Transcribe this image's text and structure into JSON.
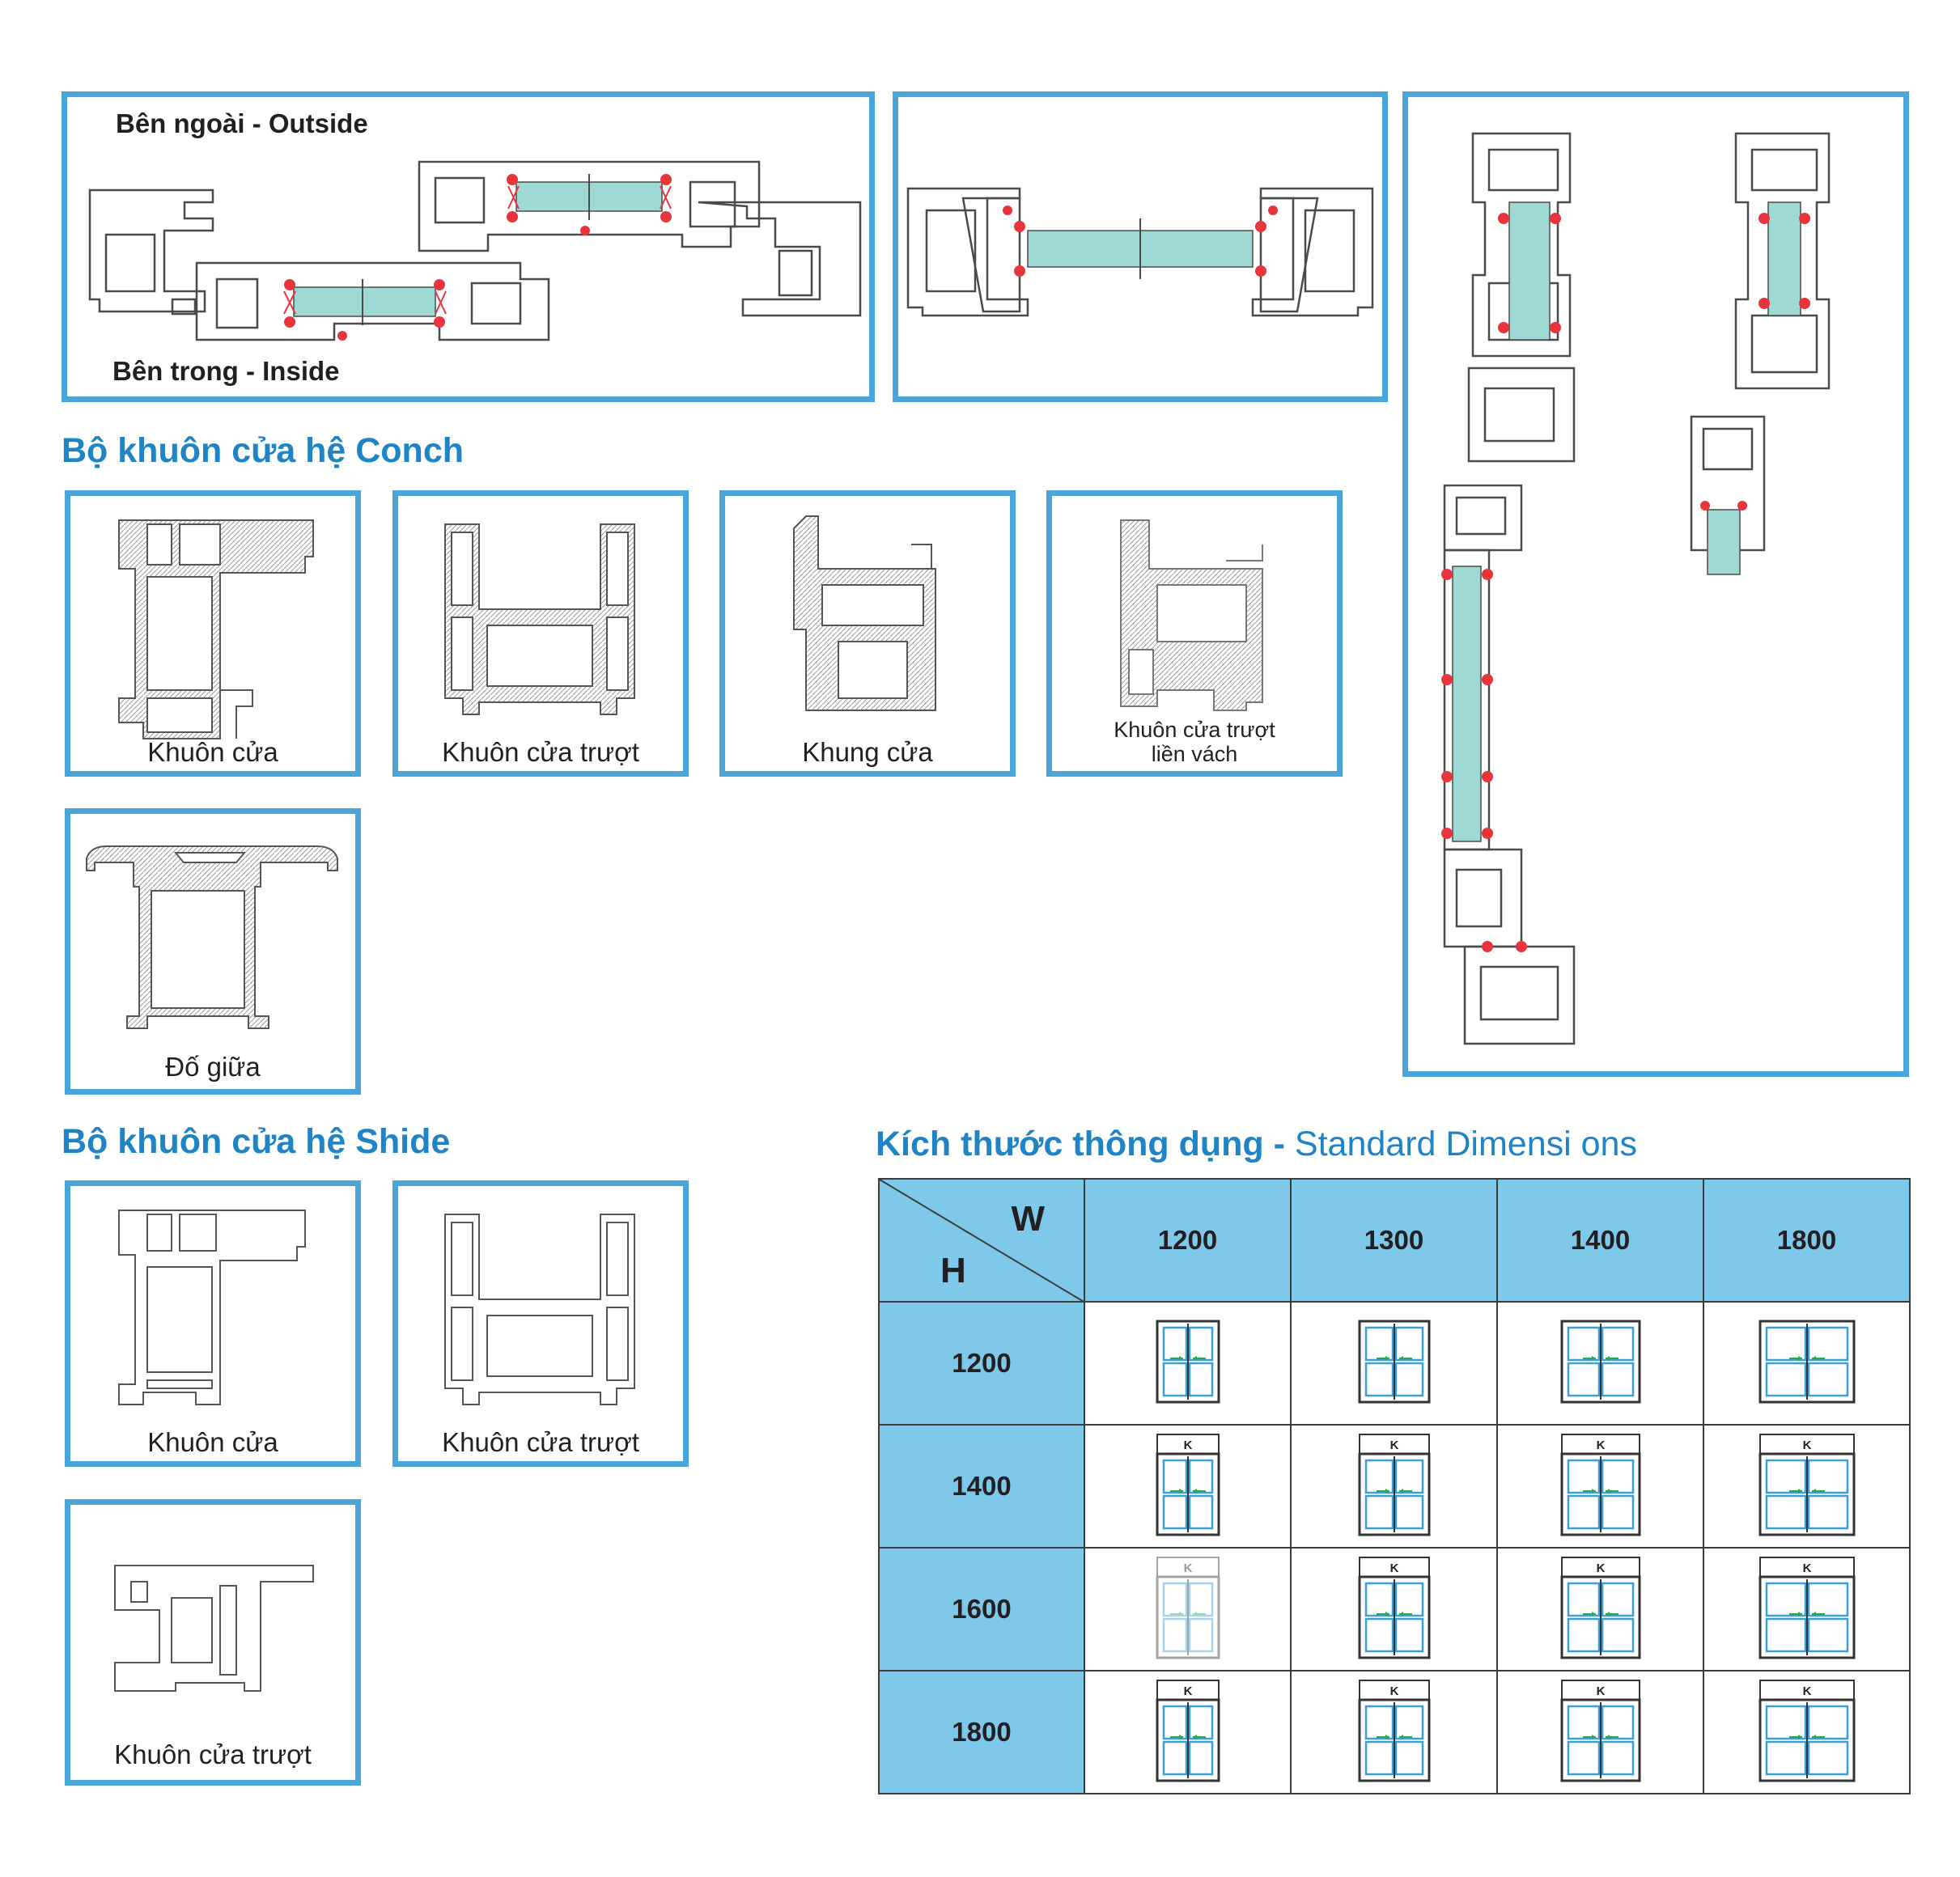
{
  "top_section": {
    "outside_label": "Bên ngoài - Outside",
    "inside_label": "Bên trong - Inside"
  },
  "conch": {
    "heading": "Bộ khuôn cửa hệ Conch",
    "profiles": [
      {
        "caption": "Khuôn cửa",
        "icon": "frame-profile-icon"
      },
      {
        "caption": "Khuôn cửa trượt",
        "icon": "sliding-frame-profile-icon"
      },
      {
        "caption": "Khung cửa",
        "icon": "sash-profile-icon"
      },
      {
        "caption_line1": "Khuôn cửa trượt",
        "caption_line2": "liền vách",
        "icon": "sliding-frame-wall-profile-icon"
      },
      {
        "caption": "Đố giữa",
        "icon": "mullion-profile-icon"
      }
    ]
  },
  "shide": {
    "heading": "Bộ khuôn cửa hệ Shide",
    "profiles": [
      {
        "caption": "Khuôn cửa",
        "icon": "frame-profile-icon"
      },
      {
        "caption": "Khuôn cửa trượt",
        "icon": "sliding-frame-profile-icon"
      },
      {
        "caption": "Khuôn cửa trượt",
        "icon": "sliding-frame-profile-icon"
      }
    ]
  },
  "dimensions": {
    "heading_bold": "Kích thước thông dụng -",
    "heading_light": "Standard Dimensi ons",
    "w_label": "W",
    "h_label": "H",
    "widths": [
      "1200",
      "1300",
      "1400",
      "1800"
    ],
    "heights": [
      "1200",
      "1400",
      "1600",
      "1800"
    ],
    "transom_label": "K",
    "colors": {
      "header_bg": "#7ec8ea",
      "frame_blue": "#3aa0d4",
      "arrow_green": "#2aa84a"
    }
  },
  "colors": {
    "border": "#4aa6d9",
    "heading": "#1f84c6",
    "glass": "#9fd9d6",
    "seal": "#e8343c"
  }
}
